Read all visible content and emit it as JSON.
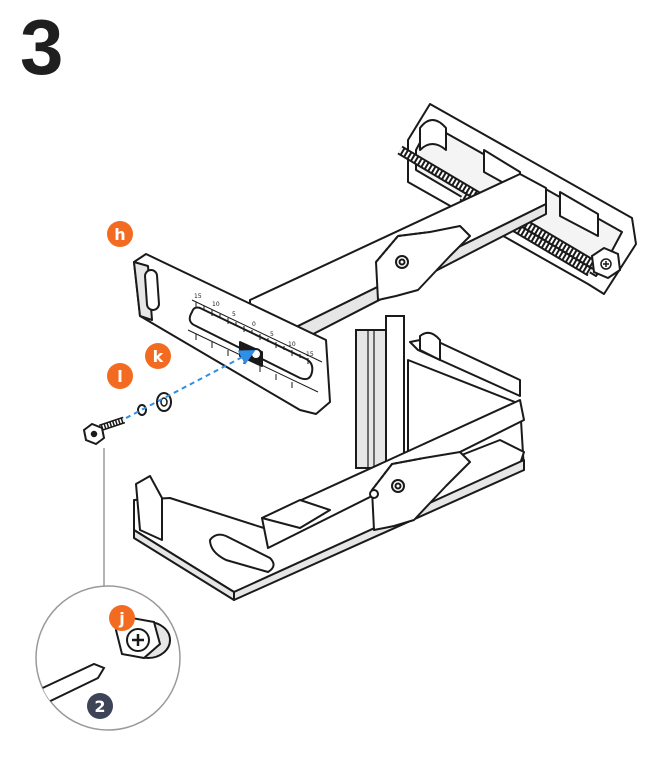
{
  "step": {
    "number": "3"
  },
  "callouts": {
    "h": "h",
    "k": "k",
    "l": "l",
    "j": "j"
  },
  "detail": {
    "tool_number": "2"
  },
  "scale_ticks": [
    "15",
    "10",
    "5",
    "0",
    "5",
    "10",
    "15"
  ],
  "colors": {
    "callout": "#f26b21",
    "tool_badge": "#3d4457",
    "arrow": "#2f8ee6",
    "line": "#1a1a1a",
    "shade": "#e6e6e6"
  }
}
